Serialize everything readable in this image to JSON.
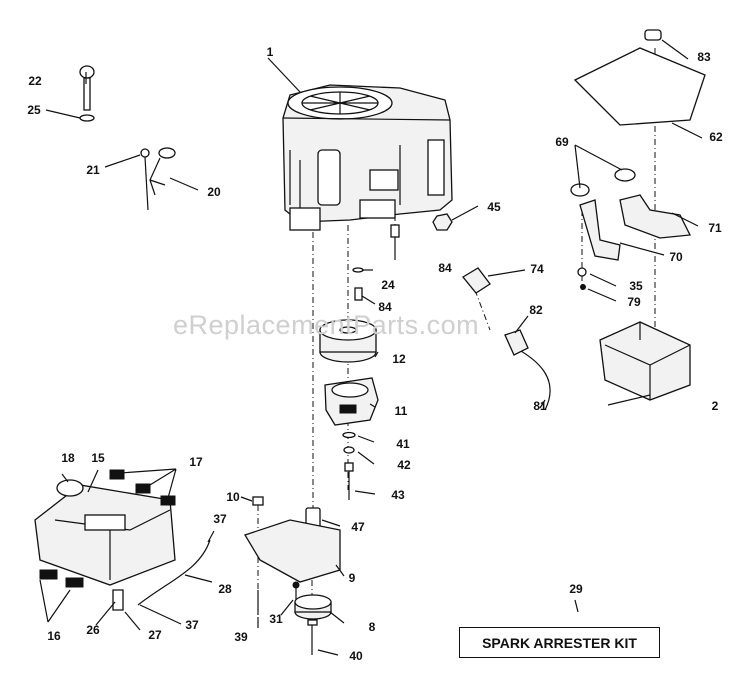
{
  "watermark": "eReplacementParts.com",
  "kit_label": "SPARK ARRESTER KIT",
  "parts": {
    "p1": "1",
    "p2": "2",
    "p8": "8",
    "p9": "9",
    "p10": "10",
    "p11": "11",
    "p12": "12",
    "p15": "15",
    "p16": "16",
    "p17": "17",
    "p18": "18",
    "p20": "20",
    "p21": "21",
    "p22": "22",
    "p24": "24",
    "p25": "25",
    "p26": "26",
    "p27": "27",
    "p28": "28",
    "p29": "29",
    "p31": "31",
    "p35": "35",
    "p37a": "37",
    "p37b": "37",
    "p39": "39",
    "p40": "40",
    "p41": "41",
    "p42": "42",
    "p43": "43",
    "p45": "45",
    "p47": "47",
    "p62": "62",
    "p69": "69",
    "p70": "70",
    "p71": "71",
    "p74": "74",
    "p79": "79",
    "p81": "81",
    "p82": "82",
    "p83": "83",
    "p84a": "84",
    "p84b": "84"
  }
}
